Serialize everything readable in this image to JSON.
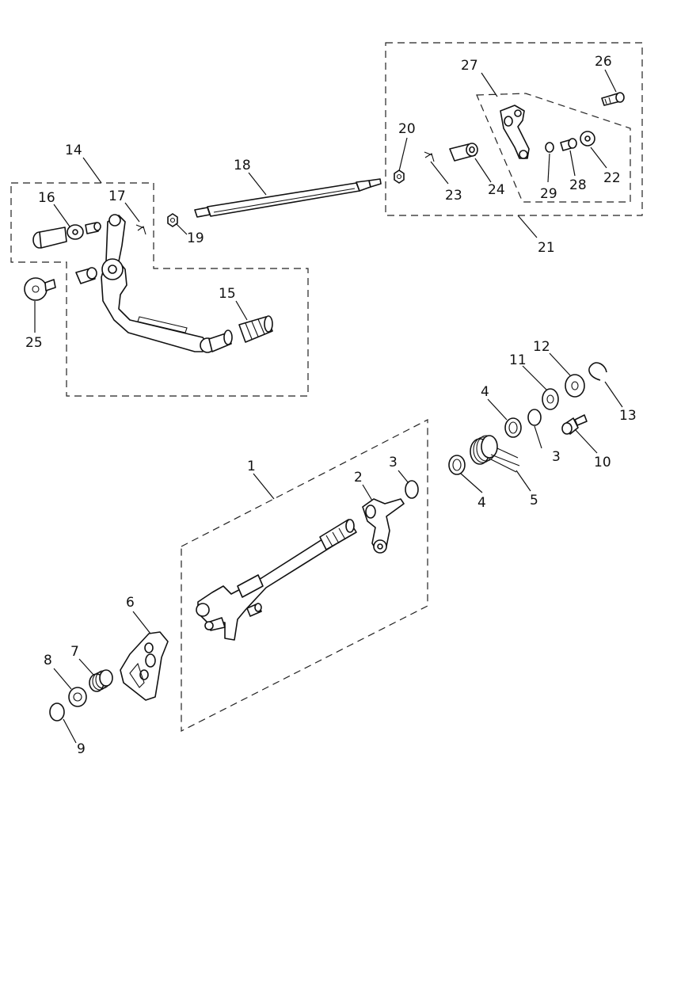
{
  "callouts": [
    {
      "id": "c1",
      "label": "1"
    },
    {
      "id": "c2",
      "label": "2"
    },
    {
      "id": "c3a",
      "label": "3"
    },
    {
      "id": "c3b",
      "label": "3"
    },
    {
      "id": "c4a",
      "label": "4"
    },
    {
      "id": "c4b",
      "label": "4"
    },
    {
      "id": "c5",
      "label": "5"
    },
    {
      "id": "c6",
      "label": "6"
    },
    {
      "id": "c7",
      "label": "7"
    },
    {
      "id": "c8",
      "label": "8"
    },
    {
      "id": "c9",
      "label": "9"
    },
    {
      "id": "c10",
      "label": "10"
    },
    {
      "id": "c11",
      "label": "11"
    },
    {
      "id": "c12",
      "label": "12"
    },
    {
      "id": "c13",
      "label": "13"
    },
    {
      "id": "c14",
      "label": "14"
    },
    {
      "id": "c15",
      "label": "15"
    },
    {
      "id": "c16",
      "label": "16"
    },
    {
      "id": "c17",
      "label": "17"
    },
    {
      "id": "c18",
      "label": "18"
    },
    {
      "id": "c19",
      "label": "19"
    },
    {
      "id": "c20",
      "label": "20"
    },
    {
      "id": "c21",
      "label": "21"
    },
    {
      "id": "c22",
      "label": "22"
    },
    {
      "id": "c23",
      "label": "23"
    },
    {
      "id": "c24",
      "label": "24"
    },
    {
      "id": "c25",
      "label": "25"
    },
    {
      "id": "c26",
      "label": "26"
    },
    {
      "id": "c27",
      "label": "27"
    },
    {
      "id": "c28",
      "label": "28"
    },
    {
      "id": "c29",
      "label": "29"
    }
  ]
}
